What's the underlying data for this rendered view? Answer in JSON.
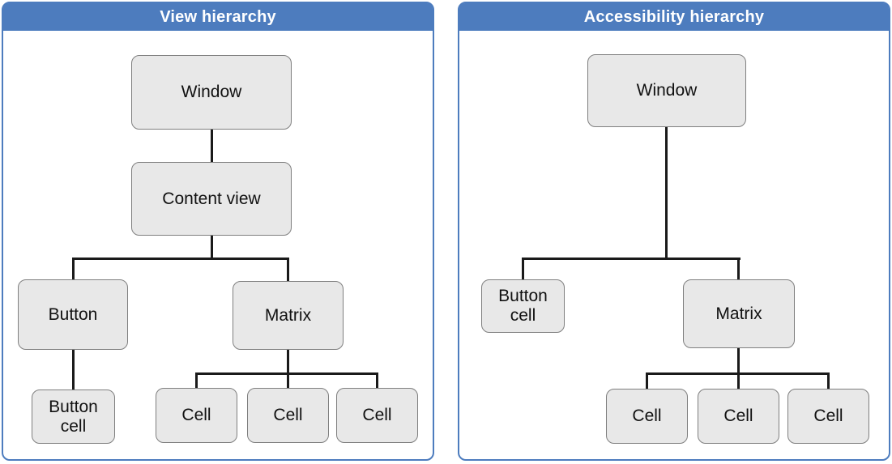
{
  "colors": {
    "header_blue": "#4D7CBE",
    "box_fill": "#E8E8E8",
    "box_border": "#7F7F7F",
    "connector": "#1A1A1A"
  },
  "panels": {
    "view_hierarchy": {
      "title": "View hierarchy",
      "nodes": {
        "window": "Window",
        "content_view": "Content view",
        "button": "Button",
        "matrix": "Matrix",
        "button_cell": "Button cell",
        "cells": [
          "Cell",
          "Cell",
          "Cell"
        ]
      }
    },
    "accessibility_hierarchy": {
      "title": "Accessibility hierarchy",
      "nodes": {
        "window": "Window",
        "button_cell": "Button cell",
        "matrix": "Matrix",
        "cells": [
          "Cell",
          "Cell",
          "Cell"
        ]
      }
    }
  }
}
